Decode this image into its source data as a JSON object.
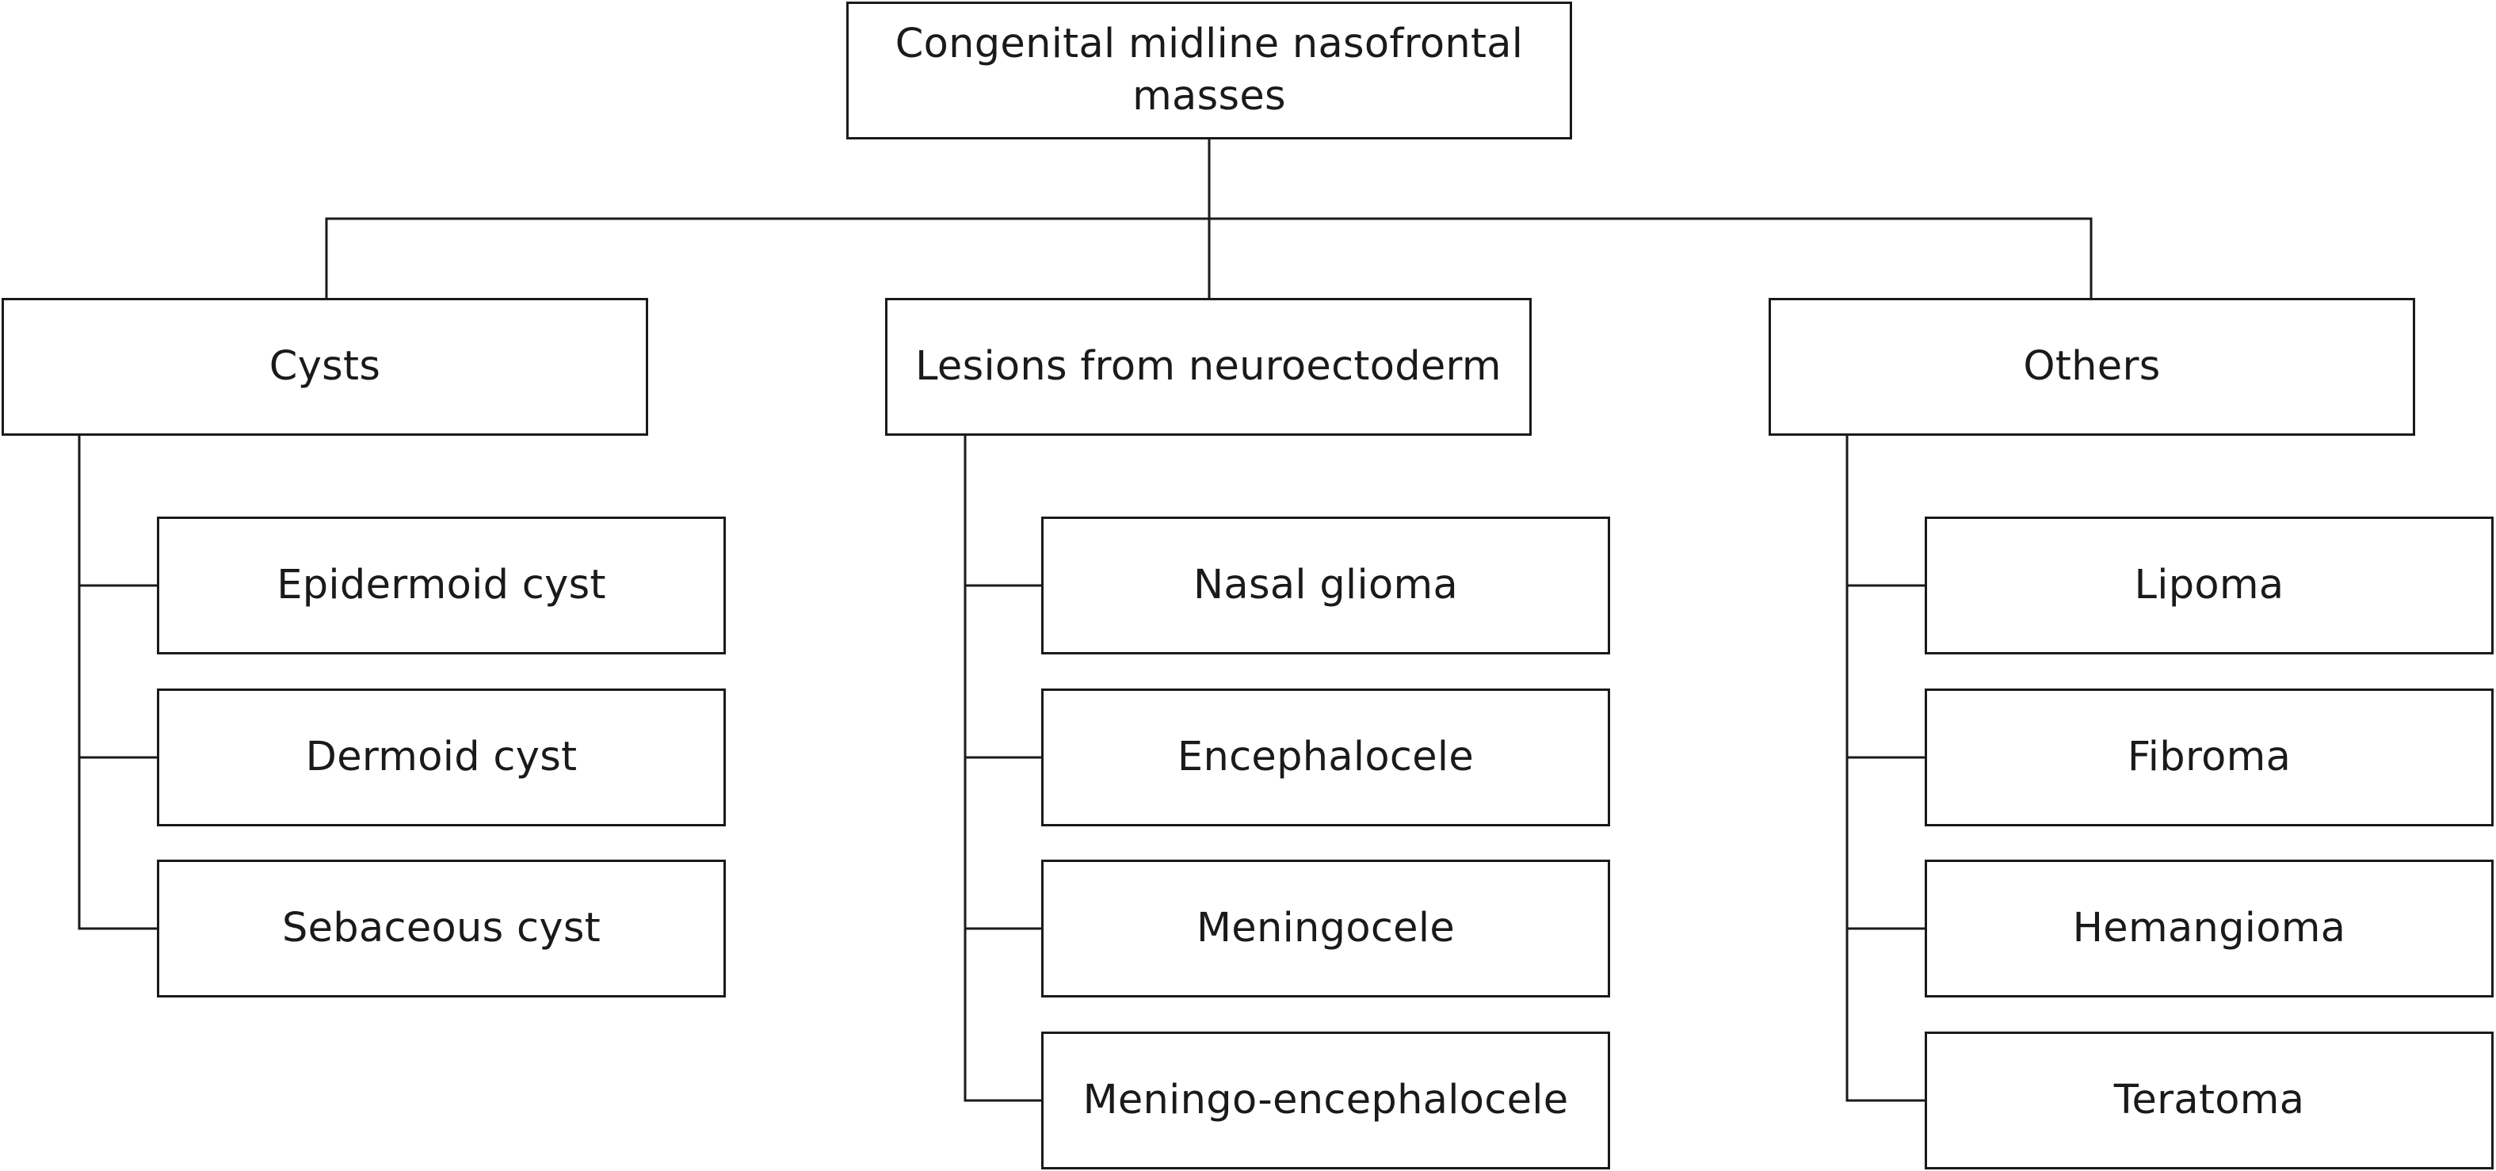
{
  "root": {
    "label": "Congenital midline nasofrontal masses"
  },
  "categories": [
    {
      "label": "Cysts",
      "items": [
        "Epidermoid cyst",
        "Dermoid cyst",
        "Sebaceous cyst"
      ]
    },
    {
      "label": "Lesions from neuroectoderm",
      "items": [
        "Nasal glioma",
        "Encephalocele",
        "Meningocele",
        "Meningo-encephalocele"
      ]
    },
    {
      "label": "Others",
      "items": [
        "Lipoma",
        "Fibroma",
        "Hemangioma",
        "Teratoma"
      ]
    }
  ],
  "colors": {
    "stroke": "#1a1a1a",
    "box_fill": "#ffffff",
    "text": "#1a1a1a"
  }
}
